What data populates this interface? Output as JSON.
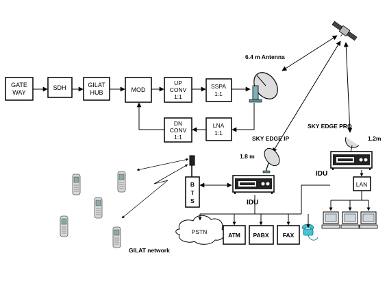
{
  "blocks": {
    "gateway": [
      "GATE",
      "WAY"
    ],
    "sdh": [
      "SDH"
    ],
    "gilat_hub": [
      "GILAT",
      "HUB"
    ],
    "mod": [
      "MOD"
    ],
    "up_conv": [
      "UP",
      "CONV",
      "1:1"
    ],
    "sspa": [
      "SSPA",
      "1:1"
    ],
    "dn_conv": [
      "DN",
      "CONV",
      "1:1"
    ],
    "lna": [
      "LNA",
      "1:1"
    ],
    "bts": [
      "B",
      "T",
      "S"
    ],
    "atm": [
      "ATM"
    ],
    "pabx": [
      "PABX"
    ],
    "fax": [
      "FAX"
    ],
    "lan": [
      "LAN"
    ]
  },
  "labels": {
    "antenna_main": "6.4 m Antenna",
    "sky_edge_ip": "SKY EDGE IP",
    "sky_edge_pro": "SKY EDGE PRO",
    "dish_small": "1.8 m",
    "dish_pro": "1.2m",
    "idu_left": "IDU",
    "idu_right": "IDU",
    "pstn": "PSTN",
    "gilat_network": "GILAT network"
  }
}
